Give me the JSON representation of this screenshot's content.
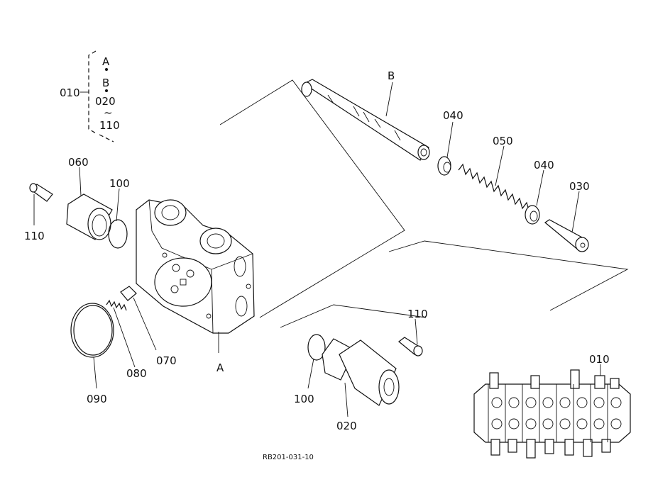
{
  "legend": {
    "group": "010",
    "a": "A",
    "b": "B",
    "range_start": "020",
    "range_sep": "~",
    "range_end": "110"
  },
  "labels": {
    "b_spool": "B",
    "a_body": "A",
    "p040_left": "040",
    "p050": "050",
    "p040_right": "040",
    "p030": "030",
    "p060": "060",
    "p100_top": "100",
    "p110_left": "110",
    "p110_right": "110",
    "p070": "070",
    "p080": "080",
    "p090": "090",
    "p100_bottom": "100",
    "p020": "020",
    "p010_inset": "010"
  },
  "footer": {
    "drawing_number": "RB201-031-10"
  }
}
